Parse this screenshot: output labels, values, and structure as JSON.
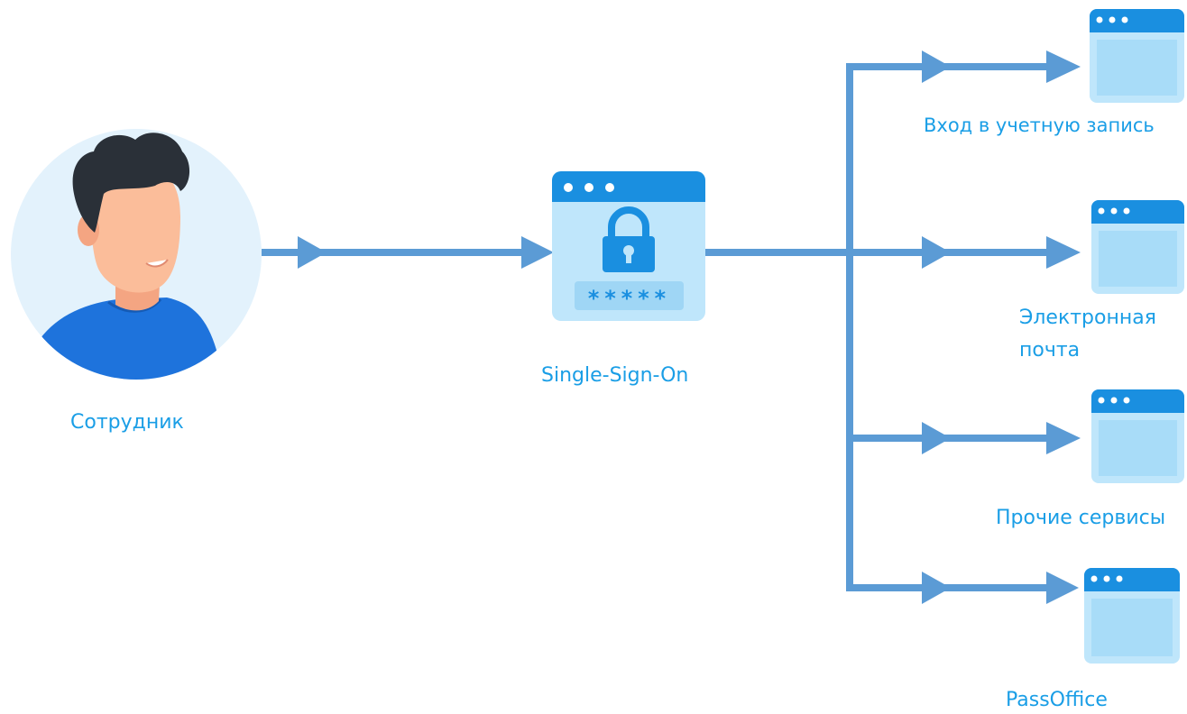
{
  "user": {
    "label": "Сотрудник"
  },
  "sso": {
    "label": "Single-Sign-On",
    "password_mask": "*****"
  },
  "services": [
    {
      "label": "Вход в учетную запись"
    },
    {
      "label": "Электронная почта",
      "line1": "Электронная",
      "line2": "почта"
    },
    {
      "label": "Прочие сервисы"
    },
    {
      "label": "PassOffice"
    }
  ],
  "colors": {
    "arrow": "#5b9bd5",
    "label": "#1a9ee6",
    "window_header": "#1a8fe0",
    "window_body": "#bfe6fb",
    "avatar_bg": "#e3f2fc",
    "shirt": "#1e73dc",
    "skin": "#fbbd9a",
    "hair": "#2a3038"
  }
}
